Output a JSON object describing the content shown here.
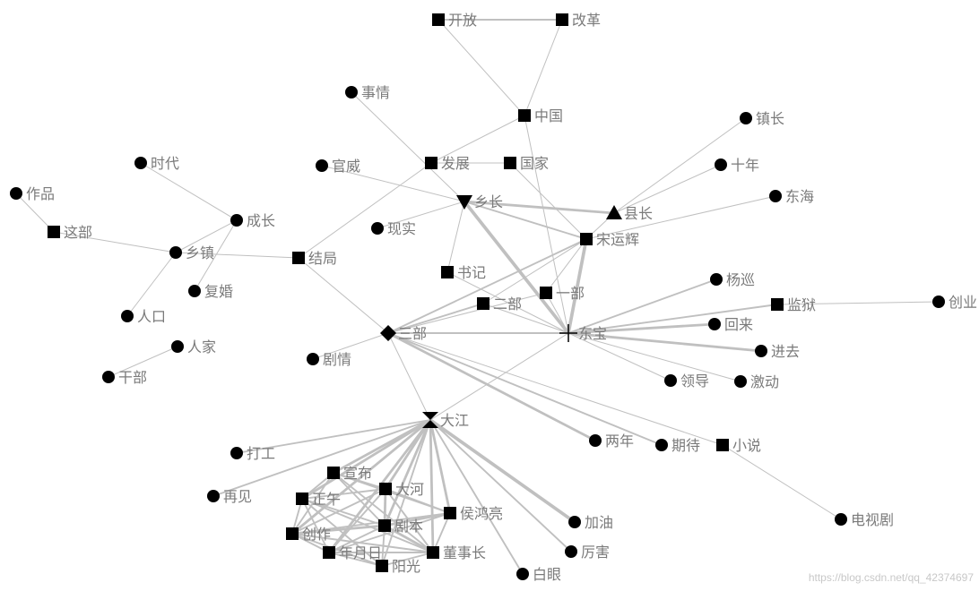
{
  "colors": {
    "edge": "#c0c0c0",
    "node": "#000000",
    "label": "#7a7a7a"
  },
  "watermark": "https://blog.csdn.net/qq_42374697",
  "graph": {
    "nodes": [
      {
        "id": "kaifang",
        "label": "开放",
        "shape": "square"
      },
      {
        "id": "gaige",
        "label": "改革",
        "shape": "square"
      },
      {
        "id": "shiqing",
        "label": "事情",
        "shape": "circle"
      },
      {
        "id": "zhongguo",
        "label": "中国",
        "shape": "square"
      },
      {
        "id": "zhenzhang",
        "label": "镇长",
        "shape": "circle"
      },
      {
        "id": "shidai",
        "label": "时代",
        "shape": "circle"
      },
      {
        "id": "guanwei",
        "label": "官威",
        "shape": "circle"
      },
      {
        "id": "fazhan",
        "label": "发展",
        "shape": "square"
      },
      {
        "id": "guojia",
        "label": "国家",
        "shape": "square"
      },
      {
        "id": "shinian",
        "label": "十年",
        "shape": "circle"
      },
      {
        "id": "zuopin",
        "label": "作品",
        "shape": "circle"
      },
      {
        "id": "xiangzhang",
        "label": "乡长",
        "shape": "triangle-down"
      },
      {
        "id": "donghai",
        "label": "东海",
        "shape": "circle"
      },
      {
        "id": "xianzhang",
        "label": "县长",
        "shape": "triangle-up"
      },
      {
        "id": "chengzhang",
        "label": "成长",
        "shape": "circle"
      },
      {
        "id": "zhebu",
        "label": "这部",
        "shape": "square"
      },
      {
        "id": "xianshi",
        "label": "现实",
        "shape": "circle"
      },
      {
        "id": "songyunhui",
        "label": "宋运辉",
        "shape": "square"
      },
      {
        "id": "xiangzhen",
        "label": "乡镇",
        "shape": "circle"
      },
      {
        "id": "jieju",
        "label": "结局",
        "shape": "square"
      },
      {
        "id": "shuji",
        "label": "书记",
        "shape": "square"
      },
      {
        "id": "fuhun",
        "label": "复婚",
        "shape": "circle"
      },
      {
        "id": "yangxun",
        "label": "杨巡",
        "shape": "circle"
      },
      {
        "id": "yibu",
        "label": "一部",
        "shape": "square"
      },
      {
        "id": "erbu",
        "label": "二部",
        "shape": "square"
      },
      {
        "id": "jianyu",
        "label": "监狱",
        "shape": "square"
      },
      {
        "id": "chuangye",
        "label": "创业",
        "shape": "circle"
      },
      {
        "id": "renkou",
        "label": "人口",
        "shape": "circle"
      },
      {
        "id": "huilai",
        "label": "回来",
        "shape": "circle"
      },
      {
        "id": "sanbu",
        "label": "三部",
        "shape": "diamond"
      },
      {
        "id": "dongbao",
        "label": "东宝",
        "shape": "plus"
      },
      {
        "id": "renjia",
        "label": "人家",
        "shape": "circle"
      },
      {
        "id": "jinqu",
        "label": "进去",
        "shape": "circle"
      },
      {
        "id": "juqing",
        "label": "剧情",
        "shape": "circle"
      },
      {
        "id": "ganbu",
        "label": "干部",
        "shape": "circle"
      },
      {
        "id": "lingdao",
        "label": "领导",
        "shape": "circle"
      },
      {
        "id": "jidong",
        "label": "激动",
        "shape": "circle"
      },
      {
        "id": "dajiang",
        "label": "大江",
        "shape": "hourglass"
      },
      {
        "id": "liangnian",
        "label": "两年",
        "shape": "circle"
      },
      {
        "id": "qidai",
        "label": "期待",
        "shape": "circle"
      },
      {
        "id": "xiaoshuo",
        "label": "小说",
        "shape": "square"
      },
      {
        "id": "dagong",
        "label": "打工",
        "shape": "circle"
      },
      {
        "id": "xuanbu",
        "label": "宣布",
        "shape": "square"
      },
      {
        "id": "dahe",
        "label": "大河",
        "shape": "square"
      },
      {
        "id": "zaijian",
        "label": "再见",
        "shape": "circle"
      },
      {
        "id": "zhengwu",
        "label": "正午",
        "shape": "square"
      },
      {
        "id": "houhongliang",
        "label": "侯鸿亮",
        "shape": "square"
      },
      {
        "id": "chuangzuo",
        "label": "创作",
        "shape": "square"
      },
      {
        "id": "juben",
        "label": "剧本",
        "shape": "square"
      },
      {
        "id": "jiayou",
        "label": "加油",
        "shape": "circle"
      },
      {
        "id": "dianshiju",
        "label": "电视剧",
        "shape": "circle"
      },
      {
        "id": "nianyueri",
        "label": "年月日",
        "shape": "square"
      },
      {
        "id": "dongshizhang",
        "label": "董事长",
        "shape": "square"
      },
      {
        "id": "lihai",
        "label": "厉害",
        "shape": "circle"
      },
      {
        "id": "yangguang",
        "label": "阳光",
        "shape": "square"
      },
      {
        "id": "baiyan",
        "label": "白眼",
        "shape": "circle"
      }
    ],
    "edges": [
      {
        "source": "kaifang",
        "target": "gaige",
        "weight": 2
      },
      {
        "source": "kaifang",
        "target": "zhongguo",
        "weight": 1
      },
      {
        "source": "gaige",
        "target": "zhongguo",
        "weight": 1
      },
      {
        "source": "zhongguo",
        "target": "fazhan",
        "weight": 1
      },
      {
        "source": "zhongguo",
        "target": "dongbao",
        "weight": 1
      },
      {
        "source": "shiqing",
        "target": "xiangzhang",
        "weight": 1
      },
      {
        "source": "fazhan",
        "target": "guojia",
        "weight": 1
      },
      {
        "source": "fazhan",
        "target": "jieju",
        "weight": 1
      },
      {
        "source": "guanwei",
        "target": "xiangzhang",
        "weight": 1
      },
      {
        "source": "xianshi",
        "target": "xiangzhang",
        "weight": 1
      },
      {
        "source": "xiangzhang",
        "target": "xianzhang",
        "weight": 3
      },
      {
        "source": "xiangzhang",
        "target": "songyunhui",
        "weight": 2
      },
      {
        "source": "xiangzhang",
        "target": "dongbao",
        "weight": 4
      },
      {
        "source": "xiangzhang",
        "target": "shuji",
        "weight": 1
      },
      {
        "source": "guojia",
        "target": "songyunhui",
        "weight": 1
      },
      {
        "source": "zhenzhang",
        "target": "xianzhang",
        "weight": 1
      },
      {
        "source": "shinian",
        "target": "xianzhang",
        "weight": 1
      },
      {
        "source": "donghai",
        "target": "songyunhui",
        "weight": 1
      },
      {
        "source": "xianzhang",
        "target": "songyunhui",
        "weight": 1
      },
      {
        "source": "songyunhui",
        "target": "yibu",
        "weight": 1
      },
      {
        "source": "songyunhui",
        "target": "erbu",
        "weight": 1
      },
      {
        "source": "songyunhui",
        "target": "sanbu",
        "weight": 2
      },
      {
        "source": "songyunhui",
        "target": "dongbao",
        "weight": 4
      },
      {
        "source": "zuopin",
        "target": "zhebu",
        "weight": 1
      },
      {
        "source": "zhebu",
        "target": "xiangzhen",
        "weight": 1
      },
      {
        "source": "shidai",
        "target": "chengzhang",
        "weight": 1
      },
      {
        "source": "chengzhang",
        "target": "xiangzhen",
        "weight": 1
      },
      {
        "source": "chengzhang",
        "target": "fuhun",
        "weight": 1
      },
      {
        "source": "xiangzhen",
        "target": "renkou",
        "weight": 1
      },
      {
        "source": "xiangzhen",
        "target": "jieju",
        "weight": 1
      },
      {
        "source": "jieju",
        "target": "sanbu",
        "weight": 1
      },
      {
        "source": "renjia",
        "target": "ganbu",
        "weight": 1
      },
      {
        "source": "shuji",
        "target": "dongbao",
        "weight": 1
      },
      {
        "source": "yibu",
        "target": "sanbu",
        "weight": 1
      },
      {
        "source": "erbu",
        "target": "sanbu",
        "weight": 2
      },
      {
        "source": "erbu",
        "target": "dongbao",
        "weight": 1
      },
      {
        "source": "yibu",
        "target": "dongbao",
        "weight": 1
      },
      {
        "source": "sanbu",
        "target": "dongbao",
        "weight": 2
      },
      {
        "source": "sanbu",
        "target": "juqing",
        "weight": 1
      },
      {
        "source": "sanbu",
        "target": "dajiang",
        "weight": 1
      },
      {
        "source": "sanbu",
        "target": "liangnian",
        "weight": 3
      },
      {
        "source": "sanbu",
        "target": "qidai",
        "weight": 2
      },
      {
        "source": "sanbu",
        "target": "xiaoshuo",
        "weight": 1
      },
      {
        "source": "dongbao",
        "target": "yangxun",
        "weight": 2
      },
      {
        "source": "dongbao",
        "target": "jianyu",
        "weight": 2
      },
      {
        "source": "dongbao",
        "target": "huilai",
        "weight": 3
      },
      {
        "source": "dongbao",
        "target": "jinqu",
        "weight": 3
      },
      {
        "source": "dongbao",
        "target": "lingdao",
        "weight": 1
      },
      {
        "source": "dongbao",
        "target": "jidong",
        "weight": 1
      },
      {
        "source": "dongbao",
        "target": "dajiang",
        "weight": 1
      },
      {
        "source": "jianyu",
        "target": "chuangye",
        "weight": 1
      },
      {
        "source": "xiaoshuo",
        "target": "dianshiju",
        "weight": 1
      },
      {
        "source": "dajiang",
        "target": "dagong",
        "weight": 2
      },
      {
        "source": "dajiang",
        "target": "zaijian",
        "weight": 2
      },
      {
        "source": "dajiang",
        "target": "xuanbu",
        "weight": 3
      },
      {
        "source": "dajiang",
        "target": "dahe",
        "weight": 3
      },
      {
        "source": "dajiang",
        "target": "zhengwu",
        "weight": 3
      },
      {
        "source": "dajiang",
        "target": "houhongliang",
        "weight": 3
      },
      {
        "source": "dajiang",
        "target": "chuangzuo",
        "weight": 3
      },
      {
        "source": "dajiang",
        "target": "juben",
        "weight": 3
      },
      {
        "source": "dajiang",
        "target": "jiayou",
        "weight": 4
      },
      {
        "source": "dajiang",
        "target": "nianyueri",
        "weight": 3
      },
      {
        "source": "dajiang",
        "target": "dongshizhang",
        "weight": 3
      },
      {
        "source": "dajiang",
        "target": "lihai",
        "weight": 2
      },
      {
        "source": "dajiang",
        "target": "yangguang",
        "weight": 2
      },
      {
        "source": "dajiang",
        "target": "baiyan",
        "weight": 2
      },
      {
        "source": "xuanbu",
        "target": "dahe",
        "weight": 2
      },
      {
        "source": "xuanbu",
        "target": "zhengwu",
        "weight": 2
      },
      {
        "source": "xuanbu",
        "target": "juben",
        "weight": 2
      },
      {
        "source": "xuanbu",
        "target": "houhongliang",
        "weight": 2
      },
      {
        "source": "xuanbu",
        "target": "dongshizhang",
        "weight": 2
      },
      {
        "source": "xuanbu",
        "target": "chuangzuo",
        "weight": 2
      },
      {
        "source": "dahe",
        "target": "zhengwu",
        "weight": 2
      },
      {
        "source": "dahe",
        "target": "juben",
        "weight": 3
      },
      {
        "source": "dahe",
        "target": "houhongliang",
        "weight": 2
      },
      {
        "source": "dahe",
        "target": "chuangzuo",
        "weight": 2
      },
      {
        "source": "dahe",
        "target": "nianyueri",
        "weight": 2
      },
      {
        "source": "dahe",
        "target": "dongshizhang",
        "weight": 2
      },
      {
        "source": "zhengwu",
        "target": "chuangzuo",
        "weight": 2
      },
      {
        "source": "zhengwu",
        "target": "juben",
        "weight": 2
      },
      {
        "source": "zhengwu",
        "target": "nianyueri",
        "weight": 2
      },
      {
        "source": "zhengwu",
        "target": "dongshizhang",
        "weight": 2
      },
      {
        "source": "zhengwu",
        "target": "yangguang",
        "weight": 2
      },
      {
        "source": "juben",
        "target": "houhongliang",
        "weight": 3
      },
      {
        "source": "juben",
        "target": "chuangzuo",
        "weight": 3
      },
      {
        "source": "juben",
        "target": "nianyueri",
        "weight": 2
      },
      {
        "source": "juben",
        "target": "dongshizhang",
        "weight": 3
      },
      {
        "source": "juben",
        "target": "yangguang",
        "weight": 2
      },
      {
        "source": "chuangzuo",
        "target": "nianyueri",
        "weight": 2
      },
      {
        "source": "chuangzuo",
        "target": "dongshizhang",
        "weight": 2
      },
      {
        "source": "chuangzuo",
        "target": "yangguang",
        "weight": 2
      },
      {
        "source": "chuangzuo",
        "target": "houhongliang",
        "weight": 2
      },
      {
        "source": "nianyueri",
        "target": "dongshizhang",
        "weight": 2
      },
      {
        "source": "nianyueri",
        "target": "yangguang",
        "weight": 2
      },
      {
        "source": "nianyueri",
        "target": "houhongliang",
        "weight": 2
      },
      {
        "source": "houhongliang",
        "target": "dongshizhang",
        "weight": 2
      },
      {
        "source": "yangguang",
        "target": "dongshizhang",
        "weight": 2
      }
    ]
  }
}
